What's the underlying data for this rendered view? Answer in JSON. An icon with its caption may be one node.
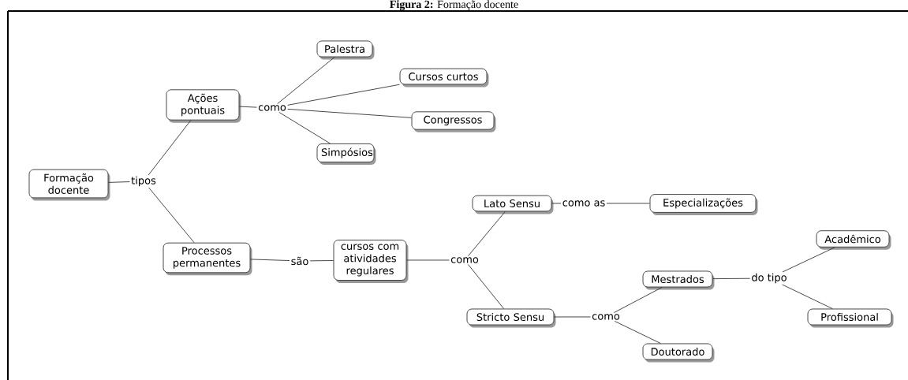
{
  "diagram": {
    "title": "**Figura 2:** Formação docente",
    "nodes": [
      {
        "text": [
          "Formação docente"
        ]
      },
      {
        "text": [
          "tipos"
        ]
      },
      {
        "text": [
          "Ações pontuais"
        ]
      },
      {
        "text": [
          "como"
        ]
      },
      {
        "text": [
          "Palestra"
        ]
      },
      {
        "text": [
          "Cursos curtos"
        ]
      },
      {
        "text": [
          "Congressos"
        ]
      },
      {
        "text": [
          "Simpósios"
        ]
      },
      {
        "text": [
          "Processos permanentes"
        ]
      },
      {
        "text": [
          "são"
        ]
      },
      {
        "text": [
          "cursos com atividades regulares"
        ]
      },
      {
        "text": [
          "como"
        ]
      },
      {
        "text": [
          "Lato Sensu"
        ]
      },
      {
        "text": [
          "como as"
        ]
      },
      {
        "text": [
          "Especializações"
        ]
      },
      {
        "text": [
          "Stricto Sensu"
        ]
      },
      {
        "text": [
          "como"
        ]
      },
      {
        "text": [
          "Mestrados"
        ]
      },
      {
        "text": [
          "do tipo"
        ]
      },
      {
        "text": [
          "Acadêmico"
        ]
      },
      {
        "text": [
          "Profissional"
        ]
      },
      {
        "text": [
          "Doutorado"
        ]
      }
    ],
    "edges": [
      {
        "from": 0,
        "to": 1,
        "arrow": "none"
      },
      {
        "from": 1,
        "to": 2,
        "arrow": "none"
      },
      {
        "from": 1,
        "to": 8,
        "arrow": "none"
      },
      {
        "from": 2,
        "to": 3,
        "arrow": "none"
      },
      {
        "from": 3,
        "to": 4,
        "arrow": "none"
      },
      {
        "from": 3,
        "to": 5,
        "arrow": "none"
      },
      {
        "from": 3,
        "to": 6,
        "arrow": "none"
      },
      {
        "from": 3,
        "to": 7,
        "arrow": "none"
      },
      {
        "from": 8,
        "to": 9,
        "arrow": "none"
      },
      {
        "from": 9,
        "to": 10,
        "arrow": "none"
      },
      {
        "from": 10,
        "to": 11,
        "arrow": "none"
      },
      {
        "from": 11,
        "to": 12,
        "arrow": "none"
      },
      {
        "from": 11,
        "to": 15,
        "arrow": "none"
      },
      {
        "from": 12,
        "to": 13,
        "arrow": "none"
      },
      {
        "from": 13,
        "to": 14,
        "arrow": "none"
      },
      {
        "from": 15,
        "to": 16,
        "arrow": "none"
      },
      {
        "from": 16,
        "to": 17,
        "arrow": "none"
      },
      {
        "from": 16,
        "to": 21,
        "arrow": "none"
      },
      {
        "from": 17,
        "to": 18,
        "arrow": "none"
      },
      {
        "from": 18,
        "to": 19,
        "arrow": "none"
      },
      {
        "from": 18,
        "to": 20,
        "arrow": "none"
      }
    ]
  }
}
